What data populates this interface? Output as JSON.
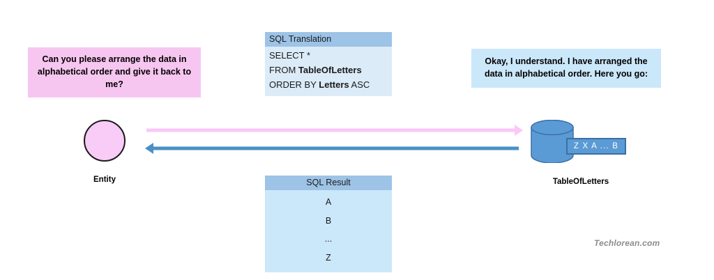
{
  "request": {
    "text": "Can you please arrange the data in alphabetical order and give it back to me?",
    "color": "#F7C6F0"
  },
  "entity": {
    "label": "Entity",
    "fill": "#F9CBF7",
    "stroke": "#1a1a1a"
  },
  "sql_translation": {
    "header": "SQL Translation",
    "lines": [
      {
        "prefix": "SELECT *",
        "bold": "",
        "suffix": ""
      },
      {
        "prefix": "FROM ",
        "bold": "TableOfLetters",
        "suffix": ""
      },
      {
        "prefix": "ORDER BY ",
        "bold": "Letters",
        "suffix": " ASC"
      }
    ],
    "header_color": "#9DC3E6",
    "body_color": "#DBEBF8"
  },
  "response": {
    "text": "Okay, I understand. I have arranged the data in alphabetical order. Here you go:",
    "color": "#CBE7FA"
  },
  "database": {
    "label": "TableOfLetters",
    "callout_text": "Z X A ... B",
    "fill": "#5B9BD5",
    "stroke": "#3A6FA5"
  },
  "sql_result": {
    "header": "SQL Result",
    "rows": [
      "A",
      "B",
      "...",
      "Z"
    ],
    "header_color": "#9DC3E6",
    "body_color": "#CBE7FA"
  },
  "arrows": {
    "request_arrow": {
      "direction": "right",
      "color": "#FBC7F7"
    },
    "response_arrow": {
      "direction": "left",
      "color": "#4A90C4"
    }
  },
  "watermark": {
    "text": "Techlorean.com",
    "color": "#8C8C8C"
  }
}
